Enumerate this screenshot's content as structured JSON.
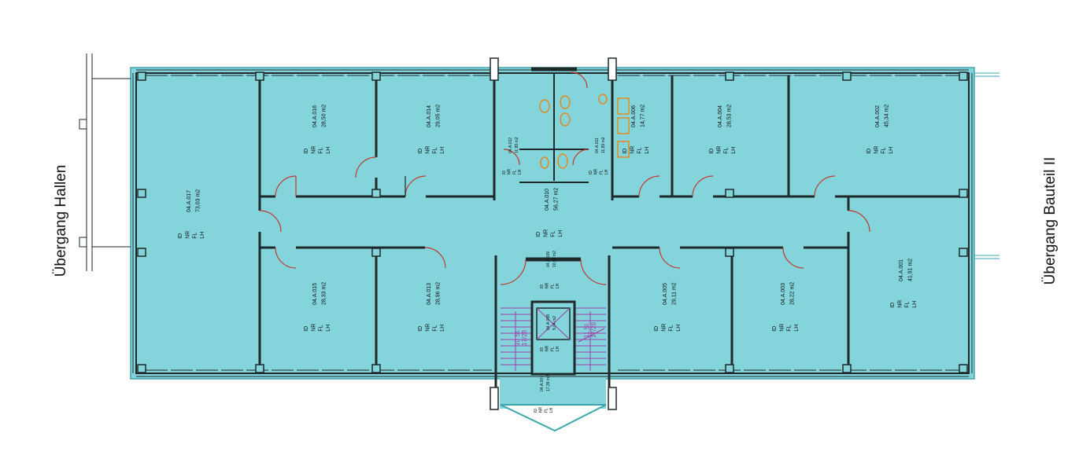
{
  "side_labels": {
    "left": "Übergang Hallen",
    "right": "Übergang Bauteil II"
  },
  "field_labels": [
    "ID",
    "NR",
    "FL",
    "LH"
  ],
  "rooms": [
    {
      "id": "04.A.017",
      "area": "73,03 m2"
    },
    {
      "id": "04.A.016",
      "area": "28,50 m2"
    },
    {
      "id": "04.A.014",
      "area": "29,05 m2"
    },
    {
      "id": "04.A.012",
      "area": "11,89 m2"
    },
    {
      "id": "04.A.011",
      "area": "11,89 m2"
    },
    {
      "id": "04.A.006",
      "area": "14,77 m2"
    },
    {
      "id": "04.A.004",
      "area": "28,53 m2"
    },
    {
      "id": "04.A.002",
      "area": "45,34 m2"
    },
    {
      "id": "04.A.010",
      "area": "56,27 m2"
    },
    {
      "id": "04.A.015",
      "area": "28,33 m2"
    },
    {
      "id": "04.A.013",
      "area": "28,96 m2"
    },
    {
      "id": "04.A.009",
      "area": "10,96 m2"
    },
    {
      "id": "04.A.008",
      "area": "5,04 m2"
    },
    {
      "id": "04.A.005",
      "area": "29,11 m2"
    },
    {
      "id": "04.A.003",
      "area": "28,22 m2"
    },
    {
      "id": "04.A.001",
      "area": "41,91 m2"
    },
    {
      "id": "04.A.007",
      "area": "17,39 m2"
    }
  ],
  "stair_labels": [
    {
      "steps": "10 St.",
      "rise": "17/28"
    },
    {
      "steps": "11 St.",
      "rise": "17/28"
    }
  ],
  "colors": {
    "floor": "#84d4dc",
    "wall": "#1e2a2a",
    "door": "#c0392b",
    "fixture": "#e08a1e",
    "stair": "#a040a8",
    "glass": "#3aa7b0"
  }
}
